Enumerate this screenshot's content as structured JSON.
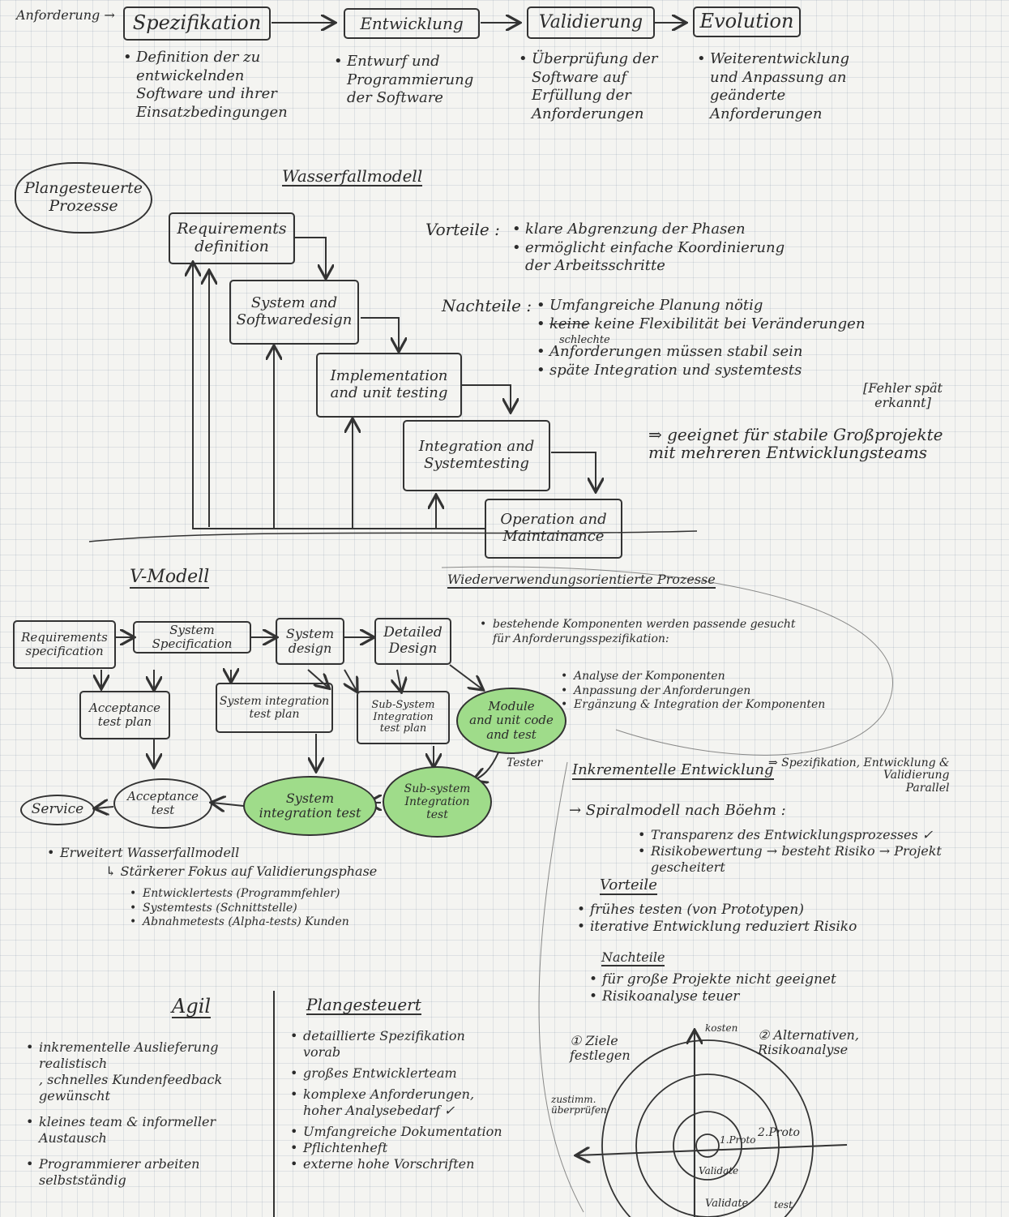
{
  "phases": {
    "lead": "Anforderung →",
    "items": [
      {
        "label": "Spezifikation",
        "desc": "Definition der zu\nentwickelnden\nSoftware und ihrer\nEinsatzbedingungen"
      },
      {
        "label": "Entwicklung",
        "desc": "Entwurf und\nProgrammierung\nder Software"
      },
      {
        "label": "Validierung",
        "desc": "Überprüfung der\nSoftware auf\nErfüllung der\nAnforderungen"
      },
      {
        "label": "Evolution",
        "desc": "Weiterentwicklung\nund Anpassung an\ngeänderte\nAnforderungen"
      }
    ]
  },
  "cloud": {
    "label": "Plangesteuerte\nProzesse"
  },
  "waterfall": {
    "title": "Wasserfallmodell",
    "steps": [
      "Requirements\ndefinition",
      "System and\nSoftwaredesign",
      "Implementation\nand unit testing",
      "Integration and\nSystemtesting",
      "Operation and\nMaintainance"
    ],
    "pros_label": "Vorteile :",
    "pros": [
      "klare Abgrenzung der Phasen",
      "ermöglicht einfache Koordinierung\nder Arbeitsschritte"
    ],
    "cons_label": "Nachteile :",
    "cons": [
      "Umfangreiche Planung nötig",
      "keine Flexibilität bei Veränderungen",
      "Anforderungen müssen stabil sein",
      "späte Integration und systemtests"
    ],
    "cons_strike": "keine",
    "cons_correction": "schlechte",
    "bracket_note": "[Fehler spät\nerkannt]",
    "conclusion": "⇒ geeignet für stabile Großprojekte\nmit mehreren Entwicklungsteams"
  },
  "vmodel": {
    "title": "V-Modell",
    "top": [
      "Requirements\nspecification",
      "System Specification",
      "System\ndesign",
      "Detailed\nDesign"
    ],
    "plans": [
      "Acceptance\ntest plan",
      "System integration\ntest plan",
      "Sub-System\nIntegration\ntest plan",
      "Module\nand unit code\nand test"
    ],
    "tests": [
      "Service",
      "Acceptance\ntest",
      "System\nintegration test",
      "Sub-system\nIntegration\ntest"
    ],
    "tester_label": "Tester",
    "notes_head": "Erweitert Wasserfallmodell",
    "notes_sub": "↳ Stärkerer Fokus auf Validierungsphase",
    "notes": [
      "Entwicklertests (Programmfehler)",
      "Systemtests (Schnittstelle)",
      "Abnahmetests (Alpha-tests) Kunden"
    ]
  },
  "reuse": {
    "title": "Wiederverwendungsorientierte Prozesse",
    "main": "bestehende Komponenten werden passende gesucht\nfür Anforderungsspezifikation:",
    "items": [
      "Analyse der Komponenten",
      "Anpassung der Anforderungen",
      "Ergänzung & Integration der Komponenten"
    ]
  },
  "incremental": {
    "title": "Inkrementelle Entwicklung",
    "note": "⇒ Spezifikation, Entwicklung &\nValidierung\nParallel",
    "spiral_title": "→ Spiralmodell nach Böehm :",
    "spiral_items": [
      "Transparenz des Entwicklungsprozesses ✓",
      "Risikobewertung → besteht Risiko → Projekt\ngescheitert"
    ],
    "pros_title": "Vorteile",
    "pros": [
      "frühes testen (von Prototypen)",
      "iterative Entwicklung reduziert Risiko"
    ],
    "cons_title": "Nachteile",
    "cons": [
      "für große Projekte nicht geeignet",
      "Risikoanalyse teuer"
    ]
  },
  "comparison": {
    "agil_title": "Agil",
    "plan_title": "Plangesteuert",
    "agil": [
      "inkrementelle Auslieferung realistisch\n, schnelles Kundenfeedback gewünscht",
      "kleines team & informeller\nAustausch",
      "Programmierer arbeiten\nselbstständig"
    ],
    "plan": [
      "detaillierte Spezifikation\nvorab",
      "großes Entwicklerteam",
      "komplexe Anforderungen,\nhoher Analysebedarf ✓",
      "Umfangreiche Dokumentation",
      "Pflichtenheft",
      "externe hohe Vorschriften"
    ]
  },
  "spiral": {
    "q1": "① Ziele\nfestlegen",
    "q2": "② Alternativen,\nRisikoanalyse",
    "left": "zustimm.\nüberprüfen",
    "axis_top": "kosten",
    "labels": [
      "1.Proto",
      "2.Proto",
      "Validate",
      "Validate",
      "test"
    ]
  }
}
